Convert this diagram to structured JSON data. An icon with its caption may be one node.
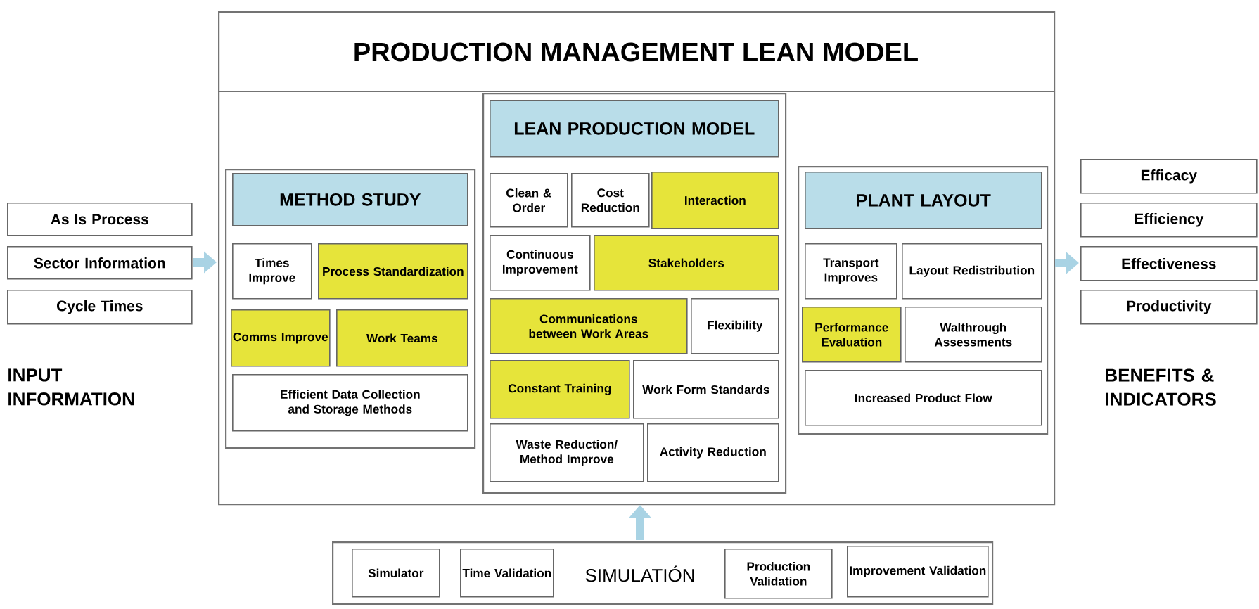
{
  "diagram": {
    "nodes": [
      {
        "text": [
          "PRODUCTION MANAGEMENT LEAN MODEL"
        ]
      },
      {
        "text": [],
        "shape": "box",
        "in": 0
      },
      {
        "text": [
          "METHOD STUDY"
        ],
        "in": 1
      },
      {
        "text": [
          "Times Improve"
        ],
        "in": 1
      },
      {
        "text": [
          "Process Standardization"
        ],
        "in": 1
      },
      {
        "text": [
          "Comms Improve"
        ],
        "in": 1
      },
      {
        "text": [
          "Work Teams"
        ],
        "in": 1
      },
      {
        "text": [
          "Efficient Data Collection and Storage Methods"
        ],
        "in": 1
      },
      {
        "text": [],
        "shape": "box",
        "in": 0
      },
      {
        "text": [
          "LEAN PRODUCTION MODEL"
        ],
        "in": 8
      },
      {
        "text": [
          "Clean & Order"
        ],
        "in": 8
      },
      {
        "text": [
          "Cost Reduction"
        ],
        "in": 8
      },
      {
        "text": [
          "Interaction"
        ],
        "in": 8
      },
      {
        "text": [
          "Continuous Improvement"
        ],
        "in": 8
      },
      {
        "text": [
          "Stakeholders"
        ],
        "in": 8
      },
      {
        "text": [
          "Communications between Work Areas"
        ],
        "in": 8
      },
      {
        "text": [
          "Flexibility"
        ],
        "in": 8
      },
      {
        "text": [
          "Constant Training"
        ],
        "in": 8
      },
      {
        "text": [
          "Work Form Standards"
        ],
        "in": 8
      },
      {
        "text": [
          "Waste Reduction/ Method Improve"
        ],
        "in": 8
      },
      {
        "text": [
          "Activity Reduction"
        ],
        "in": 8
      },
      {
        "text": [],
        "shape": "box",
        "in": 0
      },
      {
        "text": [
          "PLANT LAYOUT"
        ],
        "in": 21
      },
      {
        "text": [
          "Transport Improves"
        ],
        "in": 21
      },
      {
        "text": [
          "Layout Redistribution"
        ],
        "in": 21
      },
      {
        "text": [
          "Performance Evaluation"
        ],
        "in": 21
      },
      {
        "text": [
          "Walthrough Assessments"
        ],
        "in": 21
      },
      {
        "text": [
          "Increased Product Flow"
        ],
        "in": 21
      },
      {
        "text": [
          "As Is Process"
        ]
      },
      {
        "text": [
          "Sector Information"
        ]
      },
      {
        "text": [
          "Cycle Times"
        ]
      },
      {
        "text": [
          "Efficacy"
        ]
      },
      {
        "text": [
          "Efficiency"
        ]
      },
      {
        "text": [
          "Effectiveness"
        ]
      },
      {
        "text": [
          "Productivity"
        ]
      },
      {
        "text": [
          "SIMULATIÓN"
        ]
      },
      {
        "text": [
          "Simulator"
        ],
        "in": 35
      },
      {
        "text": [
          "Time Validation"
        ],
        "in": 35
      },
      {
        "text": [
          "Production Validation"
        ],
        "in": 35
      },
      {
        "text": [
          "Improvement Validation"
        ],
        "in": 35
      }
    ],
    "edges": [
      {
        "from": 29,
        "to": 0,
        "arrow": "to"
      },
      {
        "from": 0,
        "to": 33,
        "arrow": "to"
      },
      {
        "from": 35,
        "to": 0,
        "arrow": "to"
      }
    ],
    "labels": [
      "INPUT INFORMATION",
      "BENEFITS & INDICATORS"
    ]
  }
}
